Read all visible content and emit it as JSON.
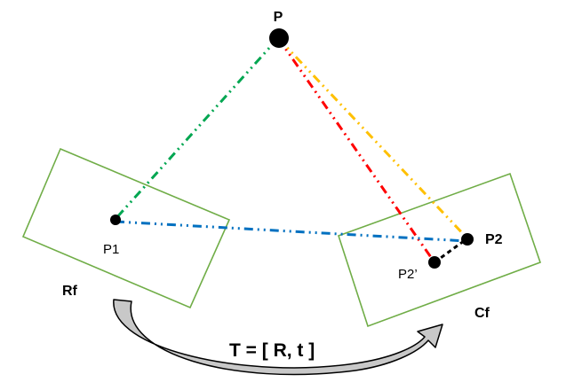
{
  "labels": {
    "point_p": "P",
    "point_p1": "P1",
    "point_p2": "P2",
    "point_p2_prime": "P2’",
    "frame_rf": "Rf",
    "frame_cf": "Cf",
    "transform": "T = [ R, t ]"
  },
  "colors": {
    "frame_border": "#70ad47",
    "ray_p_p1": "#00a651",
    "ray_p_p2prime": "#ff0000",
    "ray_p_p2": "#ffc000",
    "line_p1_p2": "#0070c0",
    "line_p2_p2prime": "#000000",
    "arrow_fill": "#c8c8c8",
    "arrow_stroke": "#000000"
  }
}
